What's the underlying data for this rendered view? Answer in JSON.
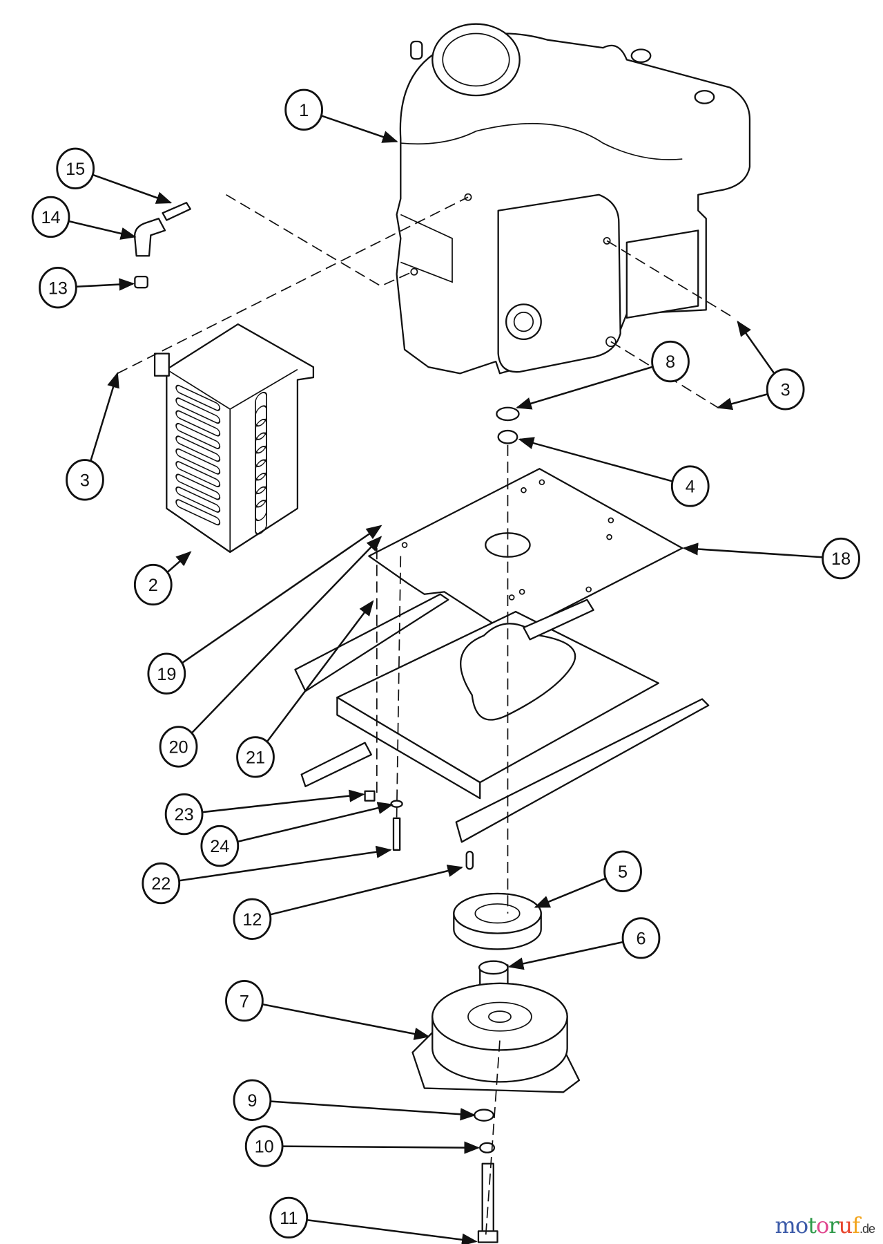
{
  "title": "Exploded parts diagram – engine and clutch assembly",
  "callouts": [
    {
      "id": "c1",
      "label": "1"
    },
    {
      "id": "c15",
      "label": "15"
    },
    {
      "id": "c14",
      "label": "14"
    },
    {
      "id": "c13",
      "label": "13"
    },
    {
      "id": "c3a",
      "label": "3"
    },
    {
      "id": "c3b",
      "label": "3"
    },
    {
      "id": "c8",
      "label": "8"
    },
    {
      "id": "c4",
      "label": "4"
    },
    {
      "id": "c2",
      "label": "2"
    },
    {
      "id": "c18",
      "label": "18"
    },
    {
      "id": "c19",
      "label": "19"
    },
    {
      "id": "c20",
      "label": "20"
    },
    {
      "id": "c21",
      "label": "21"
    },
    {
      "id": "c23",
      "label": "23"
    },
    {
      "id": "c24",
      "label": "24"
    },
    {
      "id": "c22",
      "label": "22"
    },
    {
      "id": "c12",
      "label": "12"
    },
    {
      "id": "c5",
      "label": "5"
    },
    {
      "id": "c6",
      "label": "6"
    },
    {
      "id": "c7",
      "label": "7"
    },
    {
      "id": "c9",
      "label": "9"
    },
    {
      "id": "c10",
      "label": "10"
    },
    {
      "id": "c11",
      "label": "11"
    }
  ],
  "watermark": {
    "name": "motoruf",
    "tld": ".de",
    "colors": [
      "#3b5aa8",
      "#3b5aa8",
      "#2f9a4a",
      "#e0478e",
      "#2f9a4a",
      "#e8452c",
      "#f2a51e",
      "#f2c31e"
    ]
  }
}
